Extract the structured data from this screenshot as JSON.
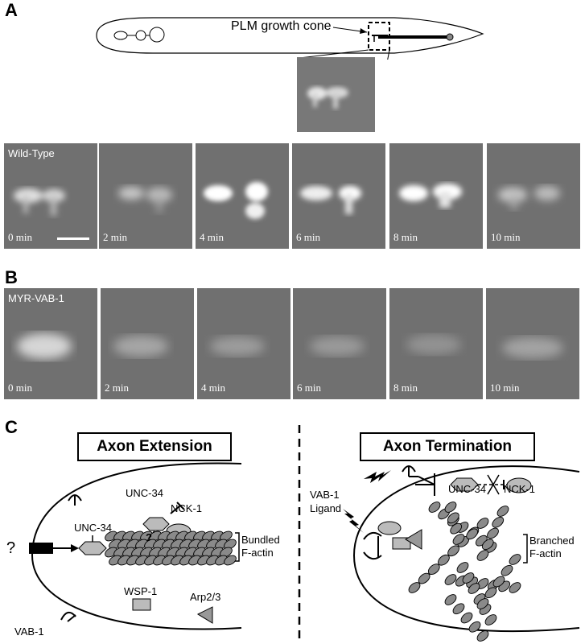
{
  "panel_a": {
    "label": "A",
    "growth_cone_label": "PLM growth cone",
    "row_label": "Wild-Type",
    "frames": [
      "0 min",
      "2 min",
      "4 min",
      "6 min",
      "8 min",
      "10 min"
    ]
  },
  "panel_b": {
    "label": "B",
    "row_label": "MYR-VAB-1",
    "frames": [
      "0 min",
      "2 min",
      "4 min",
      "6 min",
      "8 min",
      "10 min"
    ]
  },
  "panel_c": {
    "label": "C",
    "left": {
      "title": "Axon Extension",
      "unc34_top": "UNC-34",
      "nck1": "NCK-1",
      "unc34_mid": "UNC-34",
      "question_outside": "?",
      "question_inside": "?",
      "bundled": "Bundled",
      "factin": "F-actin",
      "wsp1": "WSP-1",
      "arp": "Arp2/3",
      "vab1": "VAB-1"
    },
    "right": {
      "title": "Axon Termination",
      "vab1": "VAB-1",
      "ligand": "Ligand",
      "unc34": "UNC-34",
      "nck1": "NCK-1",
      "branched": "Branched",
      "factin": "F-actin"
    }
  }
}
